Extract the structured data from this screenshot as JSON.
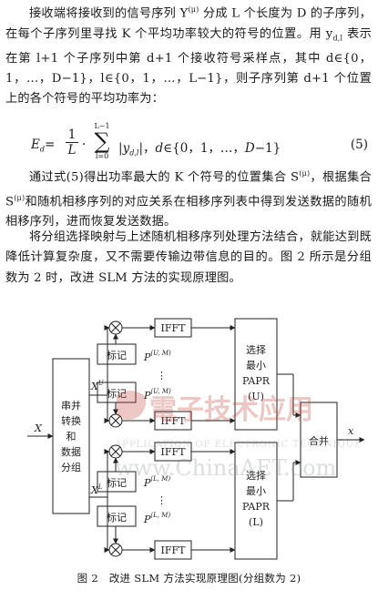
{
  "text": {
    "p1": [
      "接收端将接收到的信号序列 Y",
      "(μ)",
      " 分成 L 个长度为 D 的子序列，在每个子序列里寻找 K 个平均功率较大的符号的位置。用 y",
      "d,l",
      " 表示在第 l+1 个子序列中第 d+1 个接收符号采样点，其中 d∈{0，1，…，D−1}，l∈{0，1，…，L−1}，则子序列第 d+1 个位置上的各个符号的平均功率为："
    ],
    "equation": {
      "lhs": "E_d=",
      "frac_num": "1",
      "frac_den": "L",
      "dot": "·",
      "sum_upper": "L−1",
      "sum_lower": "l=0",
      "body": "|y_{d,l}|，d∈{0，1，…，D−1}",
      "number": "(5)"
    },
    "p2": [
      "通过式(5)得出功率最大的 K 个符号的位置集合 S",
      "(μ)",
      "，根据集合 S",
      "(μ)",
      "和随机相移序列的对应关系在相移序列表中得到发送数据的随机相移序列，进而恢复发送数据。"
    ],
    "p3": "将分组选择映射与上述随机相移序列处理方法结合，就能达到既降低计算复杂度，又不需要传输边带信息的目的。图 2 所示是分组数为 2 时，改进 SLM 方法的实现原理图。"
  },
  "diagram": {
    "input": "X",
    "output": "x",
    "sp_block": [
      "串并",
      "转换",
      "和",
      "数据",
      "分组"
    ],
    "upper_branch": "X^U",
    "lower_branch": "X^L",
    "mark": "标记",
    "ifft": "IFFT",
    "p_upper_1": "P^(U,M)",
    "p_upper_2": "P^(U,M)",
    "p_lower_1": "P^(L,M)",
    "p_lower_2": "P^(L,M)",
    "vdots": "⋮",
    "select_upper": [
      "选择",
      "最小",
      "PAPR",
      "(U)"
    ],
    "select_lower": [
      "选择",
      "最小",
      "PAPR",
      "(L)"
    ],
    "merge": "合并"
  },
  "watermark": {
    "line1": "APPLICATION OF ELECTRONIC TECHNIQUE",
    "line2": "www.ChinaAET.com"
  },
  "caption": "图 2　改进 SLM 方法实现原理图(分组数为 2)"
}
